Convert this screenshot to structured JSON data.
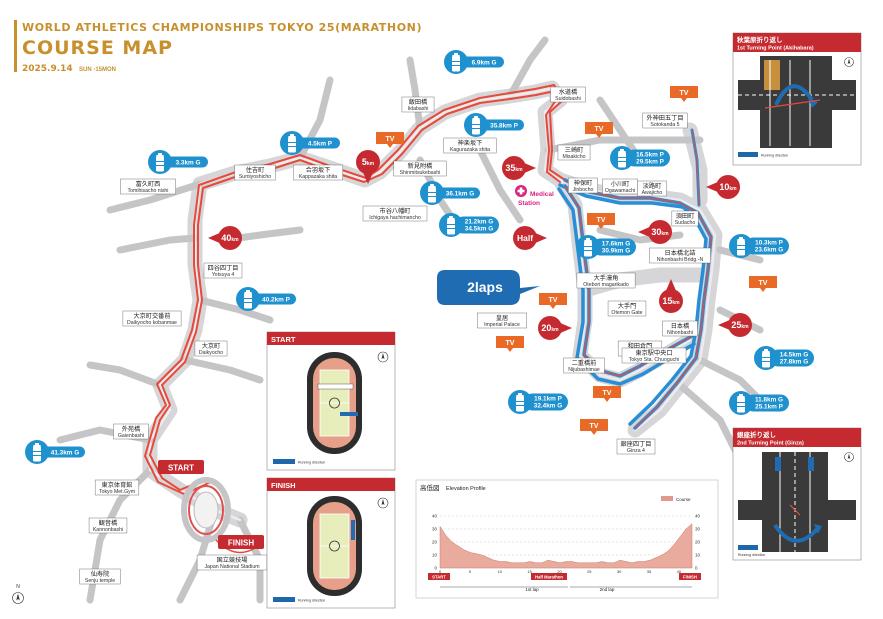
{
  "header": {
    "title_top": "WORLD ATHLETICS CHAMPIONSHIPS TOKYO 25(MARATHON)",
    "title_main": "COURSE MAP",
    "date_main": "2025.9.14",
    "date_suffix": "SUN -15MON"
  },
  "colors": {
    "accent_gold": "#c8902c",
    "red": "#c52a30",
    "orange": "#e96a26",
    "blue": "#1f91cf",
    "navy": "#1d68aa",
    "road": "#cfcfd1"
  },
  "place_labels": [
    {
      "jp": "水道橋",
      "en": "Suidobashi"
    },
    {
      "jp": "飯田橋",
      "en": "Iidabashi"
    },
    {
      "jp": "神楽坂下",
      "en": "Kagurazaka shita"
    },
    {
      "jp": "新見附橋",
      "en": "Shinmitsukebashi"
    },
    {
      "jp": "合羽坂下",
      "en": "Kappazaka shita"
    },
    {
      "jp": "住吉町",
      "en": "Sumiyoshicho"
    },
    {
      "jp": "富久町西",
      "en": "Tomihisacho nishi"
    },
    {
      "jp": "市谷八幡町",
      "en": "Ichigaya hachimancho"
    },
    {
      "jp": "三崎町",
      "en": "Misakicho"
    },
    {
      "jp": "神保町",
      "en": "Jinbocho"
    },
    {
      "jp": "小川町",
      "en": "Ogawamachi"
    },
    {
      "jp": "淡路町",
      "en": "Awajicho"
    },
    {
      "jp": "須田町",
      "en": "Sudacho"
    },
    {
      "jp": "外神田五丁目",
      "en": "Sotokanda 5"
    },
    {
      "jp": "日本橋北詰",
      "en": "Nihonbashi Bridg.-N"
    },
    {
      "jp": "大手濠角",
      "en": "Otebori magarikado"
    },
    {
      "jp": "大手門",
      "en": "Otemon Gate"
    },
    {
      "jp": "日本橋",
      "en": "Nihonbashi"
    },
    {
      "jp": "四谷四丁目",
      "en": "Yotsuya 4"
    },
    {
      "jp": "大京町交番前",
      "en": "Daikyocho kobanmae"
    },
    {
      "jp": "大京町",
      "en": "Daikyocho"
    },
    {
      "jp": "皇居",
      "en": "Imperial Palace"
    },
    {
      "jp": "和田倉門",
      "en": "Wadakura Gate"
    },
    {
      "jp": "東京駅中央口",
      "en": "Tokyo Sta. Chuoguchi"
    },
    {
      "jp": "二重橋前",
      "en": "Nijubashimae"
    },
    {
      "jp": "銀座四丁目",
      "en": "Ginza 4"
    },
    {
      "jp": "外苑橋",
      "en": "Gaienbashi"
    },
    {
      "jp": "東京体育館",
      "en": "Tokyo Met.Gym"
    },
    {
      "jp": "観音橋",
      "en": "Kannonbashi"
    },
    {
      "jp": "仙寿院",
      "en": "Senju temple"
    },
    {
      "jp": "国立競技場",
      "en": "Japan National Stadium"
    }
  ],
  "water_stations": [
    "6.9km G",
    "4.5km P",
    "3.3km G",
    "35.8km P",
    "16.5km P",
    "29.5km P",
    "36.1km G",
    "21.2km G",
    "34.5km G",
    "17.6km G",
    "30.9km G",
    "10.3km P",
    "23.6km G",
    "40.2km P",
    "41.3km G",
    "14.5km G",
    "27.8km G",
    "19.1km P",
    "32.4km G",
    "11.8km G",
    "25.1km P"
  ],
  "km_markers": [
    "5km",
    "35km",
    "10km",
    "Half",
    "30km",
    "40km",
    "15km",
    "20km",
    "25km"
  ],
  "tv_label": "TV",
  "medical_label": "Medical\nStation",
  "medical_line1": "Medical",
  "medical_line2": "Station",
  "laps_label": "2laps",
  "start_label": "START",
  "finish_label": "FINISH",
  "inset_akihabara": {
    "title_jp": "秋葉原折り返し",
    "title_en": "1st Turning Point (Akihabara)",
    "legend": "Running direction"
  },
  "inset_ginza": {
    "title_jp": "銀座折り返し",
    "title_en": "2nd Turning Point (Ginza)",
    "legend": "Running direction"
  },
  "inset_start": {
    "title": "START",
    "legend": "Running direction"
  },
  "inset_finish": {
    "title": "FINISH",
    "legend": "Running direction"
  },
  "elevation": {
    "title_jp": "高低図",
    "title_en": "Elevation Profile",
    "legend": "Course",
    "y_left": [
      "40",
      "30",
      "20",
      "10",
      "0"
    ],
    "y_right": [
      "40",
      "30",
      "20",
      "10",
      "0"
    ],
    "x_ticks": [
      "0",
      "5",
      "10",
      "15",
      "20",
      "25",
      "30",
      "35",
      "40"
    ],
    "start": "START",
    "half": "Half Marathon",
    "finish": "FINISH",
    "lap1": "1st lap",
    "lap2": "2nd lap",
    "profile": [
      32,
      25,
      20,
      17,
      14,
      12,
      11,
      10,
      8,
      6,
      5,
      5,
      4,
      4,
      4,
      5,
      4,
      4,
      6,
      5,
      4,
      5,
      5,
      4,
      4,
      4,
      4,
      5,
      4,
      4,
      6,
      5,
      4,
      5,
      5,
      6,
      8,
      10,
      13,
      18,
      24,
      30,
      34
    ]
  },
  "compass": "N"
}
